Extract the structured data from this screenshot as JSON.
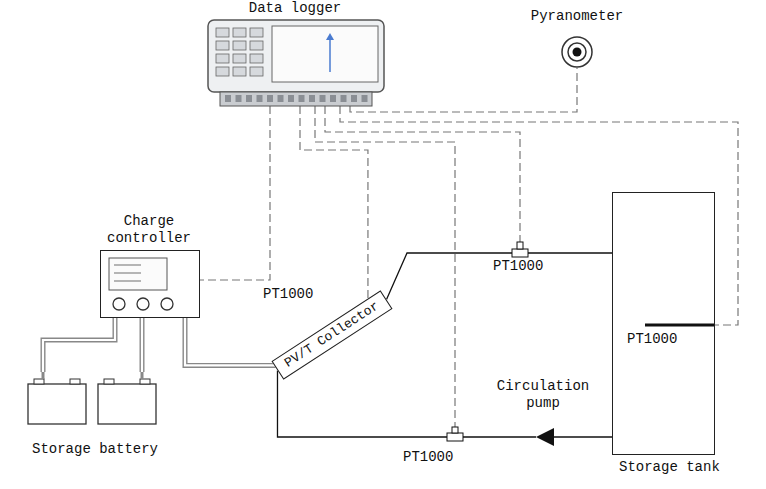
{
  "diagram": {
    "nodes": [
      {
        "text": [
          "Data logger"
        ]
      },
      {
        "text": [
          "Pyranometer"
        ]
      },
      {
        "text": [
          "Charge controller"
        ]
      },
      {
        "text": [
          "Storage tank"
        ]
      },
      {
        "text": [
          "PV/T Collector"
        ]
      },
      {
        "text": [
          "Circulation pump"
        ]
      },
      {
        "text": [
          "Storage battery"
        ]
      }
    ],
    "edges": [
      {
        "from": 0,
        "to": 2,
        "arrow": "none"
      },
      {
        "from": 0,
        "to": 1,
        "arrow": "none"
      },
      {
        "from": 0,
        "to": 4,
        "arrow": "none"
      },
      {
        "from": 0,
        "to": 3,
        "arrow": "none"
      },
      {
        "from": 2,
        "to": 6,
        "arrow": "none"
      },
      {
        "from": 2,
        "to": 4,
        "arrow": "none"
      },
      {
        "from": 4,
        "to": 3,
        "arrow": "none"
      },
      {
        "from": 3,
        "to": 5,
        "arrow": "none"
      },
      {
        "from": 5,
        "to": 4,
        "arrow": "none"
      }
    ],
    "labels": [
      "PT1000",
      "PT1000",
      "PT1000",
      "PT1000"
    ]
  }
}
